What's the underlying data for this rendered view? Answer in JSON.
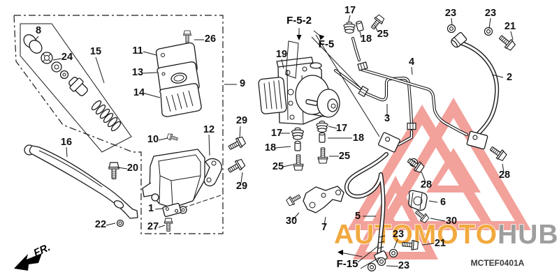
{
  "diagram": {
    "code": "MCTEF0401A",
    "fr_label": "FR.",
    "ref_labels": [
      {
        "text": "F-5-2"
      },
      {
        "text": "F-5"
      },
      {
        "text": "F-15"
      }
    ],
    "part_labels": [
      {
        "text": "8"
      },
      {
        "text": "24"
      },
      {
        "text": "15"
      },
      {
        "text": "11"
      },
      {
        "text": "26"
      },
      {
        "text": "13"
      },
      {
        "text": "14"
      },
      {
        "text": "9"
      },
      {
        "text": "29"
      },
      {
        "text": "12"
      },
      {
        "text": "10"
      },
      {
        "text": "16"
      },
      {
        "text": "20"
      },
      {
        "text": "29"
      },
      {
        "text": "1"
      },
      {
        "text": "22"
      },
      {
        "text": "27"
      },
      {
        "text": "19"
      },
      {
        "text": "17"
      },
      {
        "text": "18"
      },
      {
        "text": "25"
      },
      {
        "text": "4"
      },
      {
        "text": "3"
      },
      {
        "text": "17"
      },
      {
        "text": "17"
      },
      {
        "text": "18"
      },
      {
        "text": "18"
      },
      {
        "text": "25"
      },
      {
        "text": "25"
      },
      {
        "text": "30"
      },
      {
        "text": "7"
      },
      {
        "text": "5"
      },
      {
        "text": "23"
      },
      {
        "text": "23"
      },
      {
        "text": "21"
      },
      {
        "text": "23"
      },
      {
        "text": "23"
      },
      {
        "text": "21"
      },
      {
        "text": "2"
      },
      {
        "text": "28"
      },
      {
        "text": "28"
      },
      {
        "text": "6"
      },
      {
        "text": "30"
      }
    ]
  },
  "watermark": {
    "brand_left": "AUTOMOTO",
    "brand_right": "HUB",
    "triangle_color": "#f2a19b",
    "brand_left_color": "#f2a93f",
    "brand_right_color": "#9e9e9e"
  },
  "colors": {
    "line": "#1a1a1a",
    "background": "#ffffff"
  }
}
